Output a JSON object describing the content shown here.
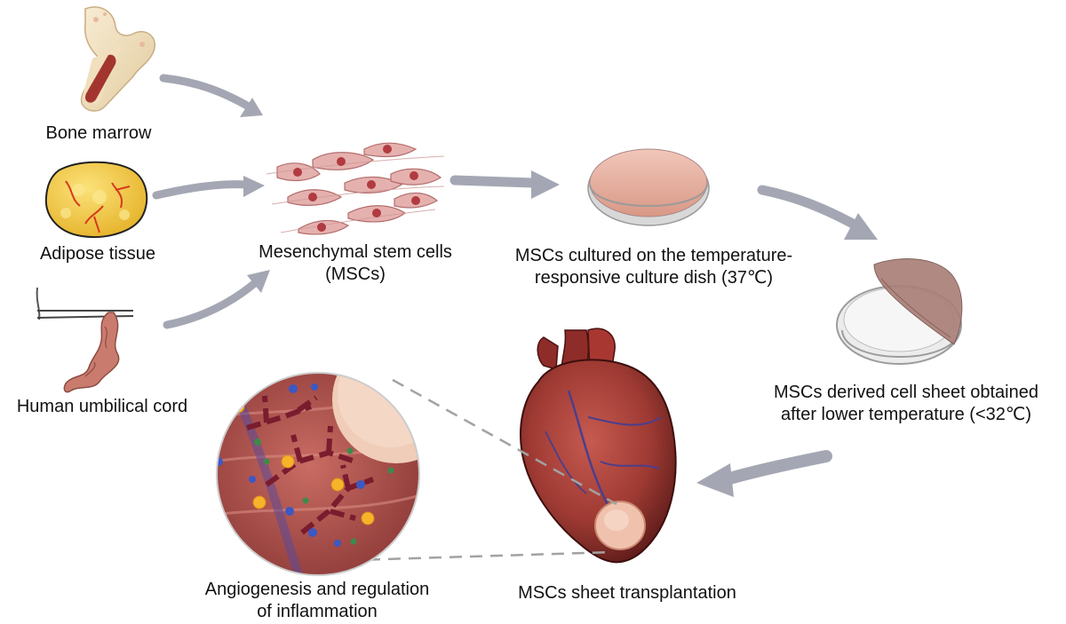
{
  "sources": {
    "bone_marrow": "Bone marrow",
    "adipose": "Adipose tissue",
    "umbilical": "Human umbilical cord"
  },
  "steps": {
    "mscs": {
      "line1": "Mesenchymal stem cells",
      "line2": "(MSCs)"
    },
    "culture": {
      "line1": "MSCs cultured on the temperature-",
      "line2": "responsive culture dish (37℃)"
    },
    "sheet": {
      "line1": "MSCs derived cell sheet obtained",
      "line2": "after lower temperature (<32℃)"
    },
    "transplant": "MSCs sheet transplantation",
    "effect": {
      "line1": "Angiogenesis and regulation",
      "line2": "of inflammation"
    }
  },
  "colors": {
    "arrow": "#a4a7b3",
    "tissue": "#b8524f",
    "heart": "#9e3a33",
    "fat": "#f3cf3b",
    "dish": "#e6b2a4"
  }
}
